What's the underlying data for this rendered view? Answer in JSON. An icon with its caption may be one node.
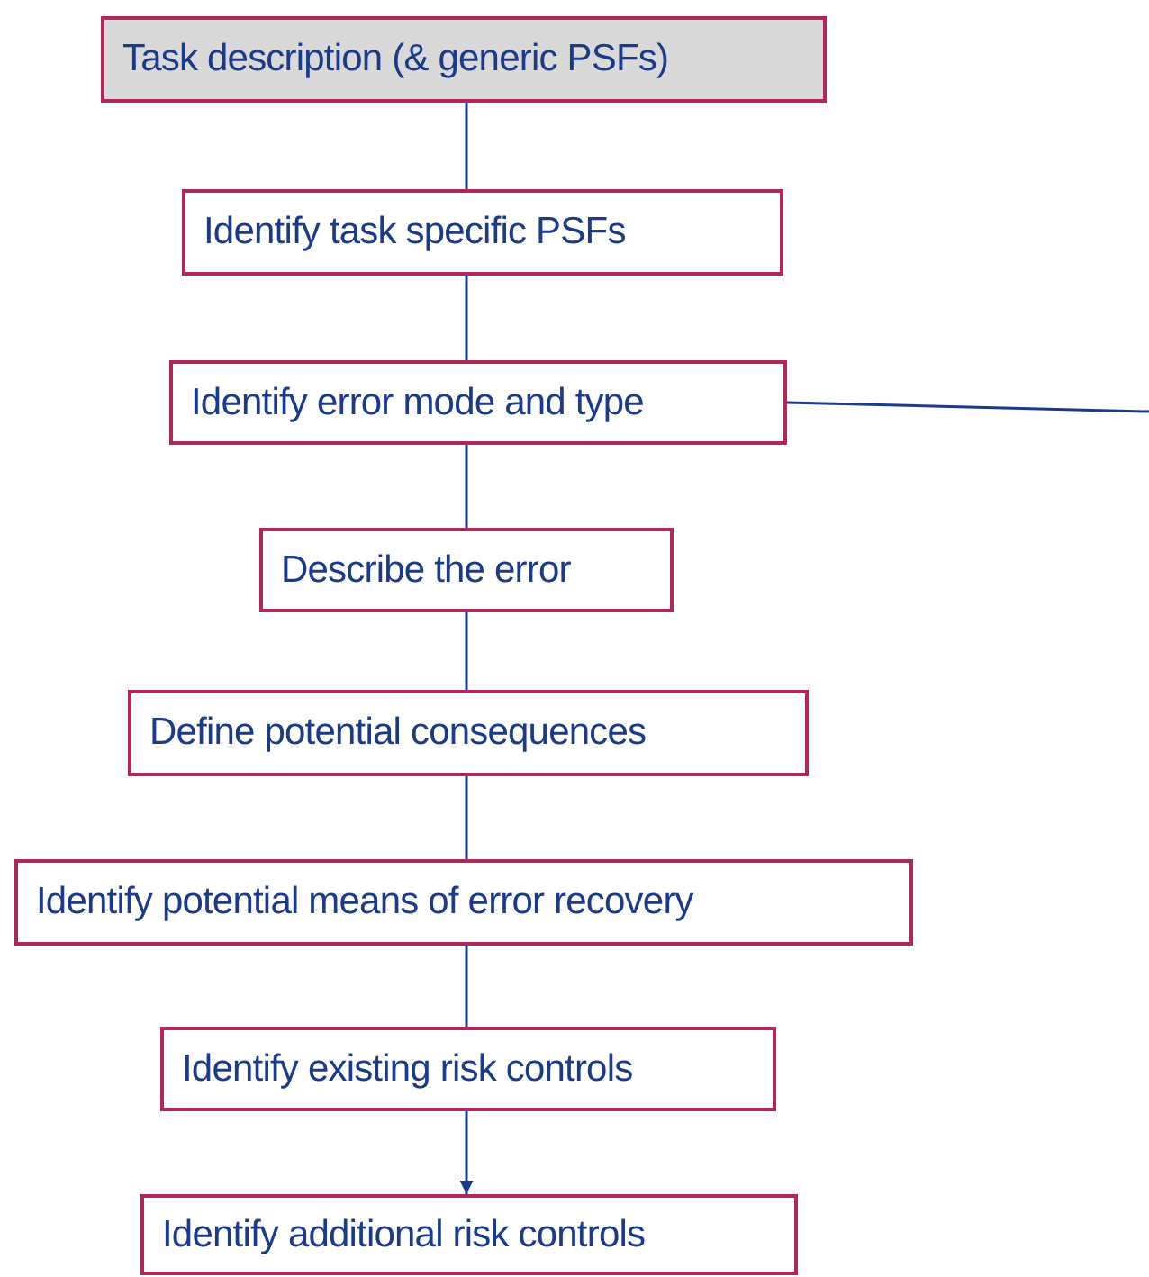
{
  "diagram": {
    "nodes": [
      {
        "text": [
          "Task description (& generic PSFs)"
        ]
      },
      {
        "text": [
          "Identify task specific PSFs"
        ]
      },
      {
        "text": [
          "Identify error mode and type"
        ]
      },
      {
        "text": [
          "Describe the error"
        ]
      },
      {
        "text": [
          "Define potential consequences"
        ]
      },
      {
        "text": [
          "Identify potential means of error recovery"
        ]
      },
      {
        "text": [
          "Identify existing risk controls"
        ]
      },
      {
        "text": [
          "Identify additional risk controls"
        ]
      }
    ],
    "edges": [
      {
        "from": 0,
        "to": 1,
        "arrow": "none"
      },
      {
        "from": 1,
        "to": 2,
        "arrow": "none"
      },
      {
        "from": 2,
        "to": 3,
        "arrow": "none"
      },
      {
        "from": 3,
        "to": 4,
        "arrow": "none"
      },
      {
        "from": 4,
        "to": 5,
        "arrow": "none"
      },
      {
        "from": 5,
        "to": 6,
        "arrow": "none"
      },
      {
        "from": 6,
        "to": 7,
        "arrow": "to"
      },
      {
        "from": 2,
        "to": null,
        "arrow": "none"
      }
    ]
  }
}
